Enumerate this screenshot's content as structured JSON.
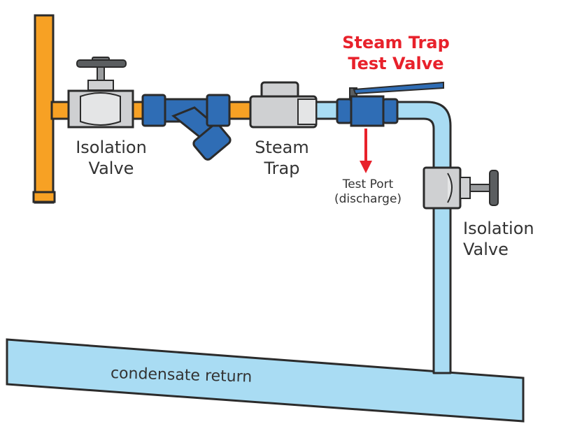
{
  "labels": {
    "isolation_valve_left": [
      "Isolation",
      "Valve"
    ],
    "steam_trap": [
      "Steam",
      "Trap"
    ],
    "test_valve": [
      "Steam Trap",
      "Test Valve"
    ],
    "test_port": [
      "Test Port",
      "(discharge)"
    ],
    "isolation_valve_right": [
      "Isolation",
      "Valve"
    ],
    "condensate_return": "condensate return"
  },
  "colors": {
    "steam_pipe": "#f7a124",
    "condensate_pipe": "#a9dcf3",
    "valve_body": "#cfd0d2",
    "strainer": "#2f6db5",
    "outline": "#2b2b2b",
    "accent": "#e8212b",
    "text": "#333333"
  },
  "icons": [
    "globe-valve-icon",
    "y-strainer-icon",
    "steam-trap-icon",
    "ball-valve-icon",
    "arrow-down-icon"
  ]
}
